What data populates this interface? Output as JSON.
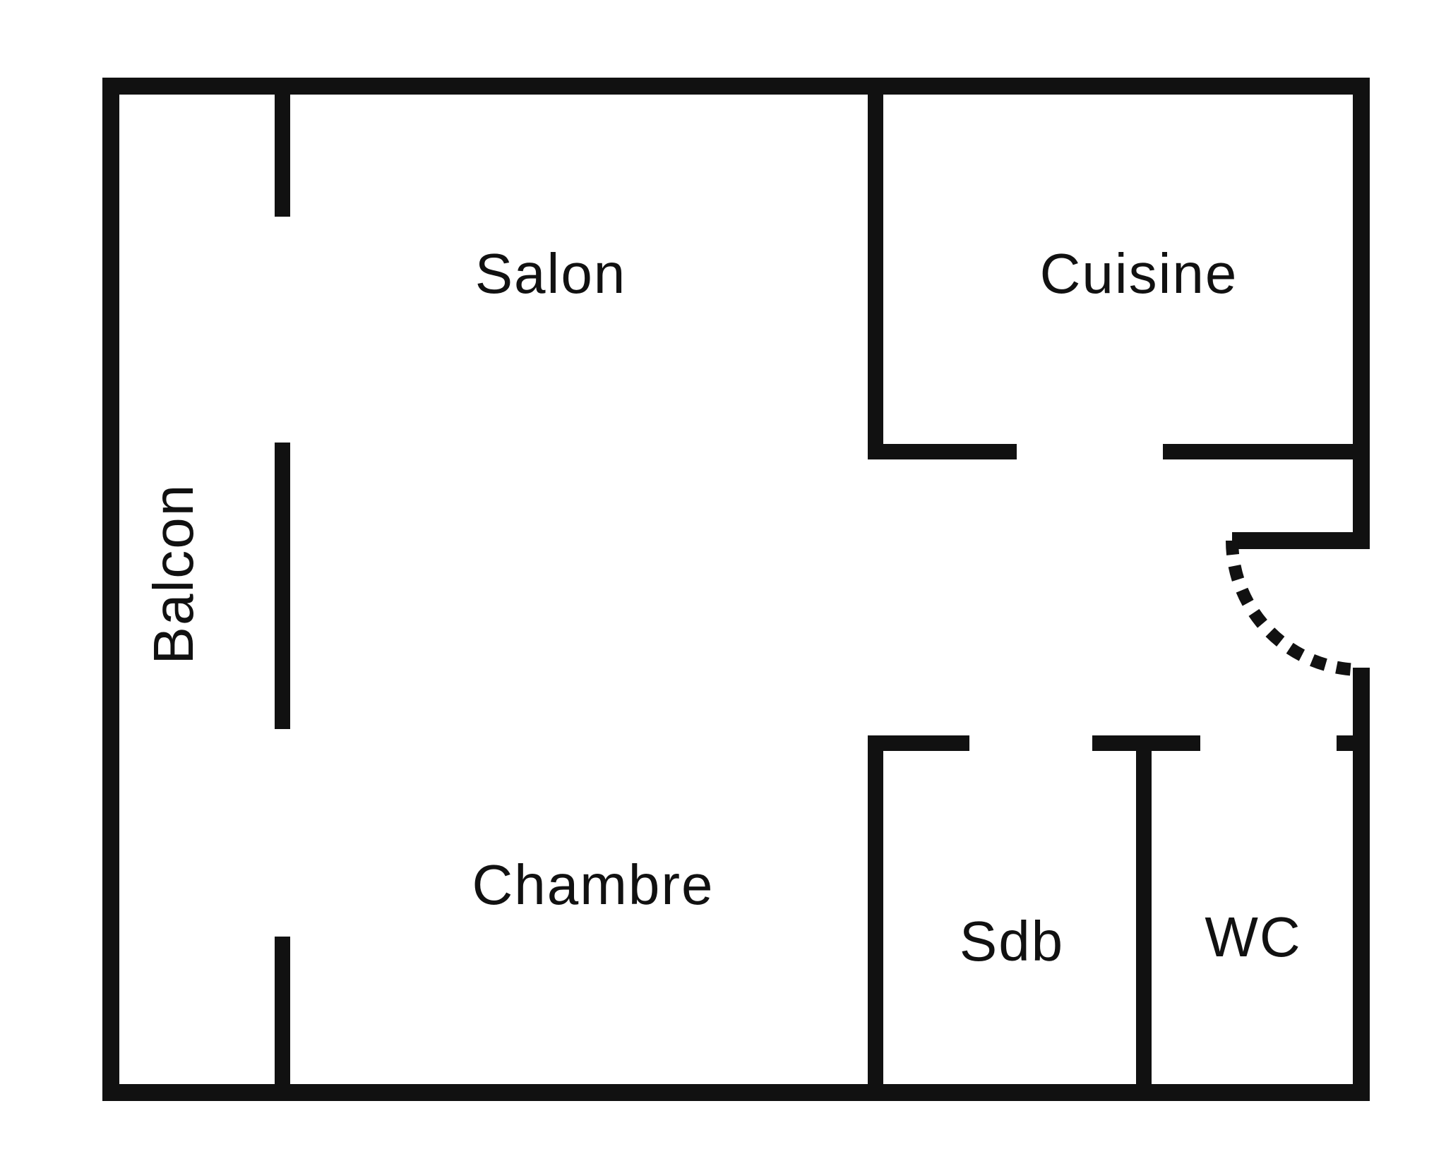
{
  "plan": {
    "type": "apartment-floor-plan",
    "rooms": [
      {
        "id": "salon",
        "label": "Salon"
      },
      {
        "id": "cuisine",
        "label": "Cuisine"
      },
      {
        "id": "balcon",
        "label": "Balcon"
      },
      {
        "id": "chambre",
        "label": "Chambre"
      },
      {
        "id": "sdb",
        "label": "Sdb"
      },
      {
        "id": "wc",
        "label": "WC"
      }
    ],
    "features": [
      {
        "id": "entrance-door",
        "symbol": "quarter-circle-swing-arc",
        "wall": "right-exterior"
      }
    ],
    "colors": {
      "wall": "#111111",
      "background": "#ffffff"
    }
  }
}
